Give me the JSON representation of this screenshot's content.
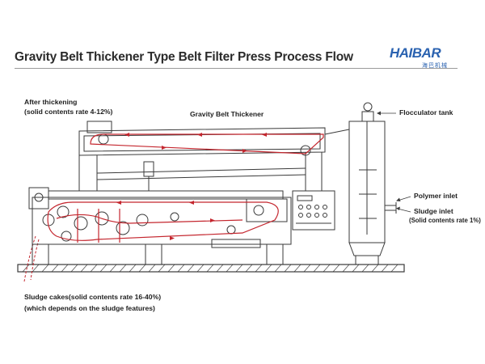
{
  "title": "Gravity Belt Thickener Type Belt Filter Press Process  Flow",
  "logo": {
    "name": "HAIBAR",
    "sub": "海巴机械"
  },
  "labels": {
    "after_thickening": "After thickening",
    "after_thickening_rate": "(solid contents rate 4-12%)",
    "gravity_belt_thickener": "Gravity Belt Thickener",
    "flocculator_tank": "Flocculator tank",
    "polymer_inlet": "Polymer inlet",
    "sludge_inlet": "Sludge inlet",
    "sludge_inlet_rate": "(Solid contents rate 1%)",
    "sludge_cakes": "Sludge cakes(solid contents rate 16-40%)",
    "sludge_cakes_note": "(which depends on the sludge features)"
  },
  "colors": {
    "belt": "#c4262e",
    "line": "#3a3a3a",
    "logo": "#2a62b0"
  }
}
